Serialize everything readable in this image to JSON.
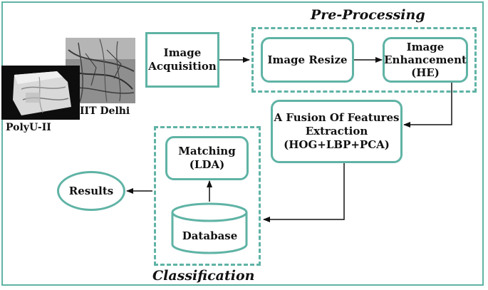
{
  "colors": {
    "accent": "#5fb3a5",
    "text": "#111111"
  },
  "datasets": [
    {
      "name": "PolyU-II"
    },
    {
      "name": "IIT Delhi"
    }
  ],
  "sections": {
    "preprocessing": "Pre-Processing",
    "classification": "Classification"
  },
  "nodes": {
    "acquisition": [
      "Image",
      "Acquisition"
    ],
    "resize": [
      "Image Resize"
    ],
    "enhancement": [
      "Image",
      "Enhancement",
      "(HE)"
    ],
    "fusion": [
      "A Fusion Of Features",
      "Extraction",
      "(HOG+LBP+PCA)"
    ],
    "matching": [
      "Matching",
      "(LDA)"
    ],
    "database": "Database",
    "results": "Results"
  }
}
